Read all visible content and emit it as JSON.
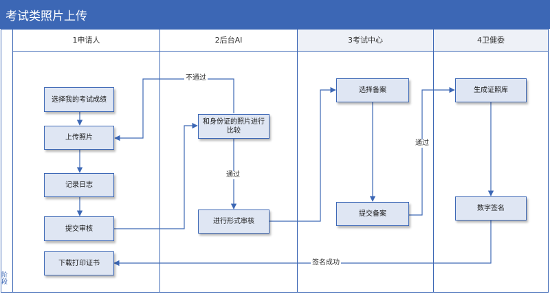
{
  "title": "考试类照片上传",
  "phase_label": "阶段",
  "lanes": [
    "1申请人",
    "2后台AI",
    "3考试中心",
    "4卫健委"
  ],
  "nodes": {
    "select_score": "选择我的考试成绩",
    "upload_photo": "上传照片",
    "record_log": "记录日志",
    "submit_review": "提交审核",
    "download_print": "下载打印证书",
    "compare_photo": "和身份证的照片进行比较",
    "formal_review": "进行形式审核",
    "select_filing": "选择备案",
    "submit_filing": "提交备案",
    "generate_library": "生成证照库",
    "digital_signature": "数字签名"
  },
  "edge_labels": {
    "not_passed": "不通过",
    "passed_ai": "通过",
    "passed_center": "通过",
    "signature_done": "签名成功"
  },
  "colors": {
    "header": "#3c67b5",
    "line": "#3c67b5",
    "box_fill": "#dfe6f3",
    "lane_header_shaded": "#eef1f7"
  }
}
